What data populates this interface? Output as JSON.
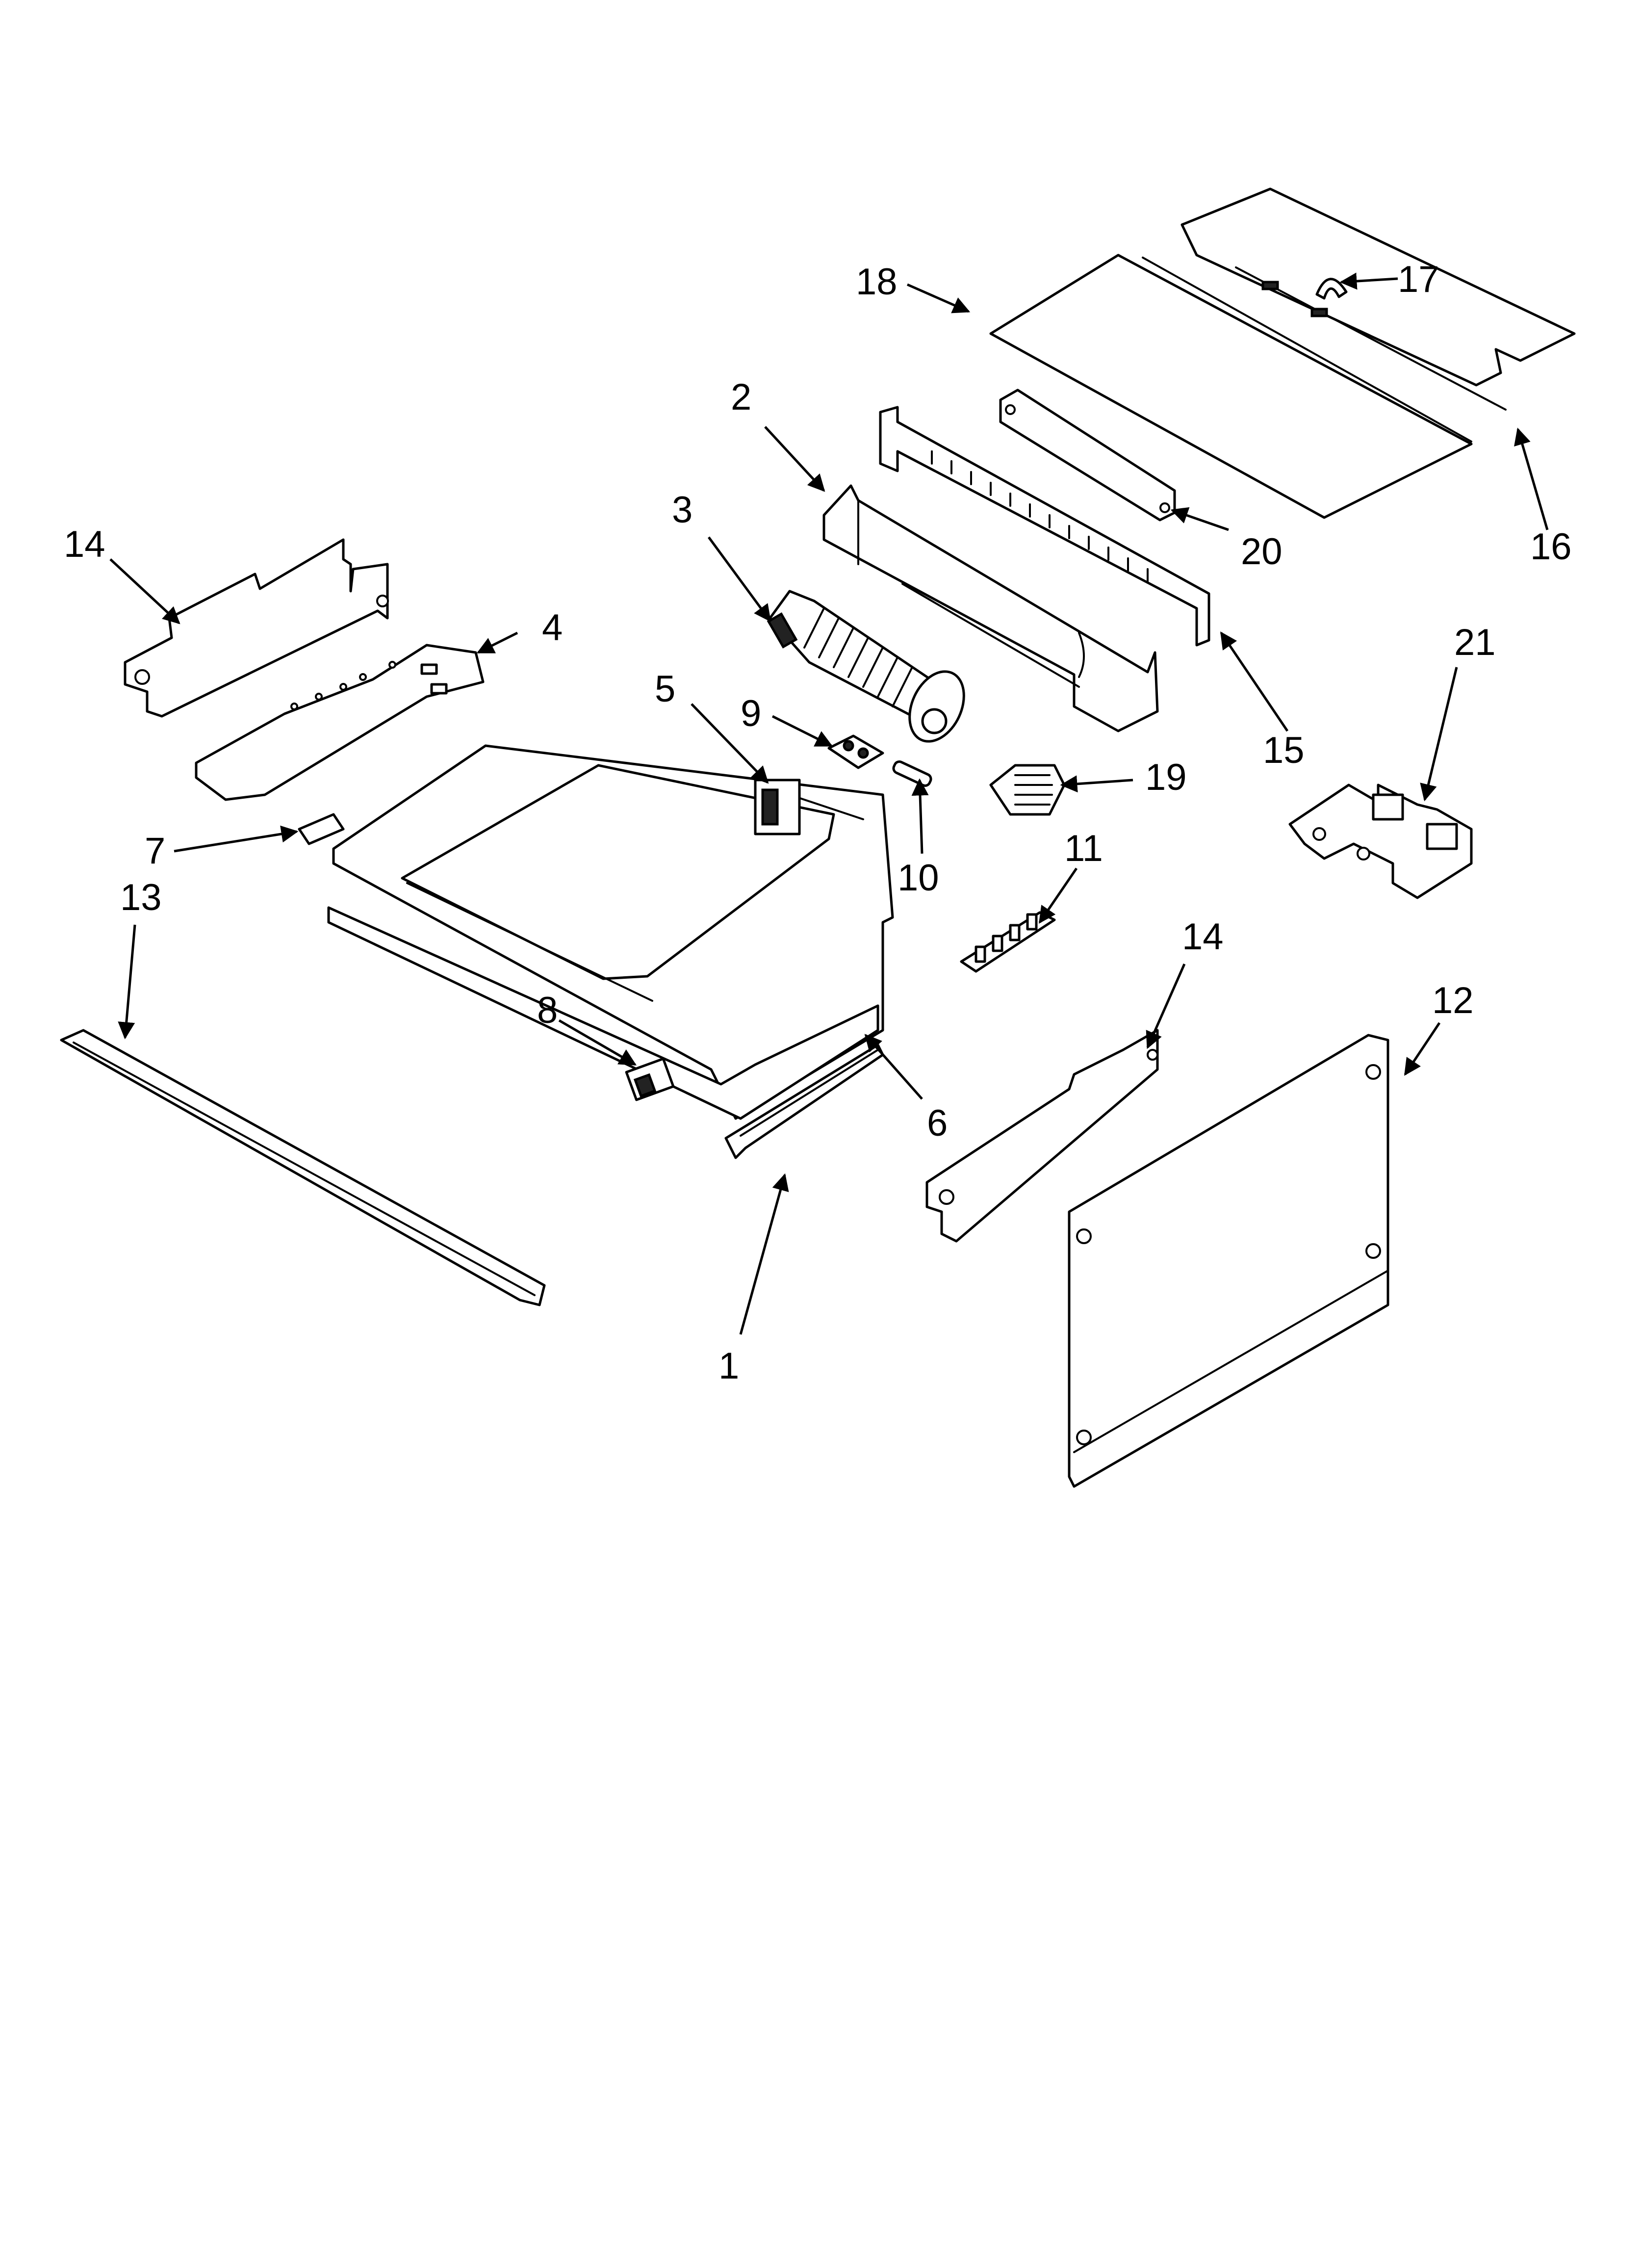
{
  "diagram": {
    "callouts": [
      {
        "id": "c1",
        "label": "1"
      },
      {
        "id": "c2",
        "label": "2"
      },
      {
        "id": "c3",
        "label": "3"
      },
      {
        "id": "c4",
        "label": "4"
      },
      {
        "id": "c5",
        "label": "5"
      },
      {
        "id": "c6",
        "label": "6"
      },
      {
        "id": "c7",
        "label": "7"
      },
      {
        "id": "c8",
        "label": "8"
      },
      {
        "id": "c9",
        "label": "9"
      },
      {
        "id": "c10",
        "label": "10"
      },
      {
        "id": "c11",
        "label": "11"
      },
      {
        "id": "c12",
        "label": "12"
      },
      {
        "id": "c13",
        "label": "13"
      },
      {
        "id": "c14a",
        "label": "14"
      },
      {
        "id": "c14b",
        "label": "14"
      },
      {
        "id": "c15",
        "label": "15"
      },
      {
        "id": "c16",
        "label": "16"
      },
      {
        "id": "c17",
        "label": "17"
      },
      {
        "id": "c18",
        "label": "18"
      },
      {
        "id": "c19",
        "label": "19"
      },
      {
        "id": "c20",
        "label": "20"
      },
      {
        "id": "c21",
        "label": "21"
      }
    ]
  }
}
